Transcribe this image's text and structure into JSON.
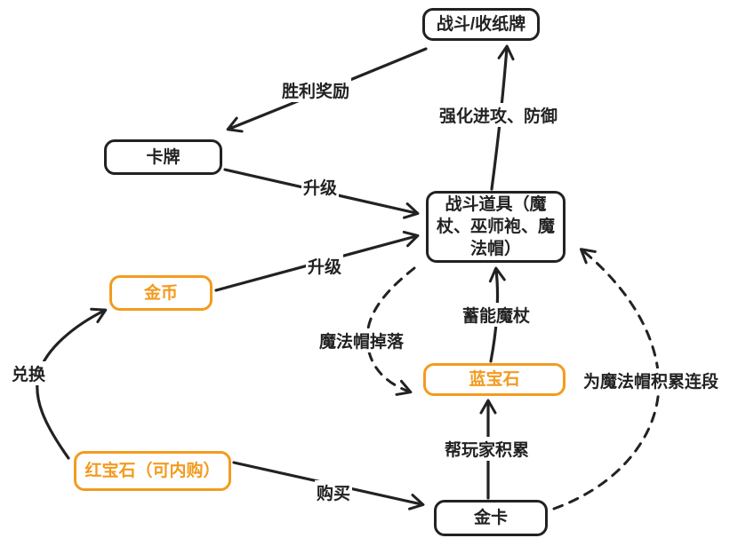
{
  "diagram": {
    "title": "game-economy-loop-diagram",
    "colors": {
      "ink": "#222222",
      "accent_orange": "#f39b1e",
      "background": "#ffffff"
    },
    "nodes": [
      {
        "id": "battle",
        "label": "战斗/收纸牌",
        "style": "black"
      },
      {
        "id": "card",
        "label": "卡牌",
        "style": "black"
      },
      {
        "id": "props",
        "label": "战斗道具（魔杖、巫师袍、魔法帽）",
        "style": "black"
      },
      {
        "id": "gold",
        "label": "金币",
        "style": "orange"
      },
      {
        "id": "sapphire",
        "label": "蓝宝石",
        "style": "orange"
      },
      {
        "id": "ruby",
        "label": "红宝石（可内购）",
        "style": "orange"
      },
      {
        "id": "goldcard",
        "label": "金卡",
        "style": "black"
      }
    ],
    "edges": [
      {
        "from": "battle",
        "to": "card",
        "label": "胜利奖励",
        "style": "solid"
      },
      {
        "from": "card",
        "to": "props",
        "label": "升级",
        "style": "solid"
      },
      {
        "from": "gold",
        "to": "props",
        "label": "升级",
        "style": "solid"
      },
      {
        "from": "props",
        "to": "battle",
        "label": "强化进攻、防御",
        "style": "solid"
      },
      {
        "from": "sapphire",
        "to": "props",
        "label": "蓄能魔杖",
        "style": "solid"
      },
      {
        "from": "props",
        "to": "sapphire",
        "label": "魔法帽掉落",
        "style": "dashed"
      },
      {
        "from": "ruby",
        "to": "gold",
        "label": "兑换",
        "style": "solid"
      },
      {
        "from": "ruby",
        "to": "goldcard",
        "label": "购买",
        "style": "solid"
      },
      {
        "from": "goldcard",
        "to": "sapphire",
        "label": "帮玩家积累",
        "style": "solid"
      },
      {
        "from": "goldcard",
        "to": "props",
        "label": "为魔法帽积累连段",
        "style": "dashed"
      }
    ]
  }
}
